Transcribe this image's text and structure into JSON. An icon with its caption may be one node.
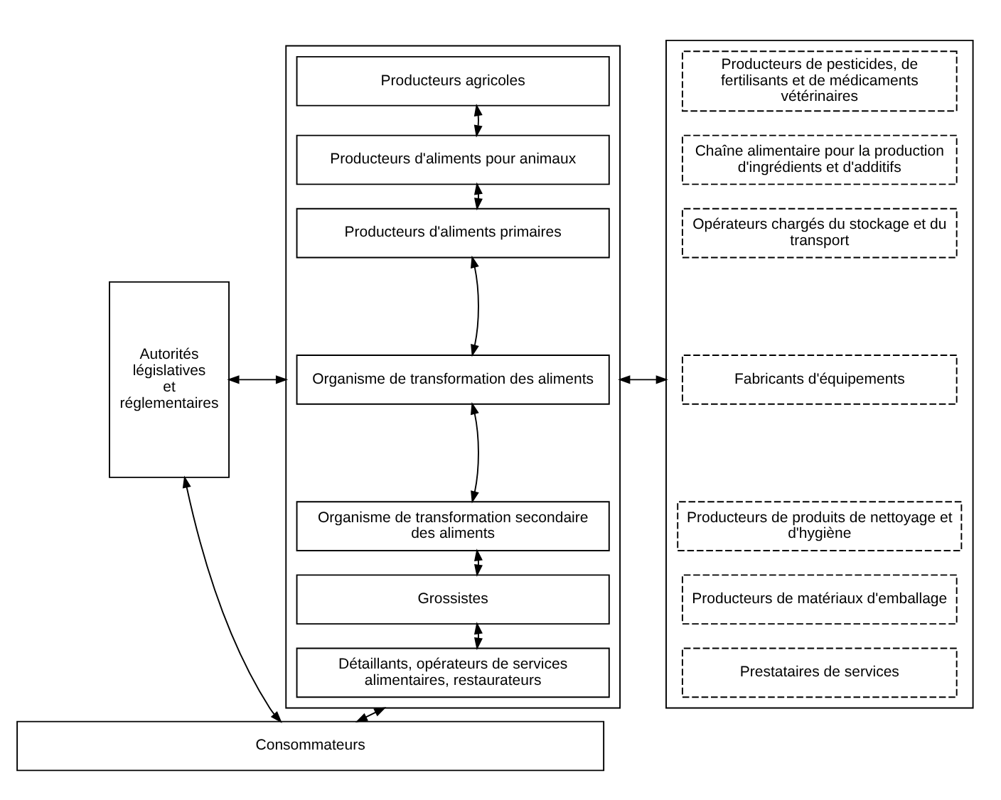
{
  "diagram": {
    "nodes": [
      {
        "text": [
          "Autorités législatives et réglementaires"
        ]
      },
      {
        "text": [],
        "shape": "box"
      },
      {
        "text": [
          "Producteurs agricoles"
        ],
        "in": 1
      },
      {
        "text": [
          "Producteurs d'aliments pour animaux"
        ],
        "in": 1
      },
      {
        "text": [
          "Producteurs d'aliments primaires"
        ],
        "in": 1
      },
      {
        "text": [
          "Organisme de transformation des aliments"
        ],
        "in": 1
      },
      {
        "text": [
          "Organisme de transformation secondaire des aliments"
        ],
        "in": 1
      },
      {
        "text": [
          "Grossistes"
        ],
        "in": 1
      },
      {
        "text": [
          "Détaillants, opérateurs de services alimentaires, restaurateurs"
        ],
        "in": 1
      },
      {
        "text": [],
        "shape": "box"
      },
      {
        "text": [
          "Producteurs de pesticides, de fertilisants et de médicaments vétérinaires"
        ],
        "in": 9
      },
      {
        "text": [
          "Chaîne alimentaire pour la production d'ingrédients et d'additifs"
        ],
        "in": 9
      },
      {
        "text": [
          "Opérateurs chargés du stockage et du transport"
        ],
        "in": 9
      },
      {
        "text": [
          "Fabricants d'équipements"
        ],
        "in": 9
      },
      {
        "text": [
          "Producteurs de produits de nettoyage et d'hygiène"
        ],
        "in": 9
      },
      {
        "text": [
          "Producteurs de matériaux d'emballage"
        ],
        "in": 9
      },
      {
        "text": [
          "Prestataires de services"
        ],
        "in": 9
      },
      {
        "text": [
          "Consommateurs"
        ]
      }
    ],
    "edges": [
      {
        "from": 2,
        "to": 3,
        "arrow": "both"
      },
      {
        "from": 3,
        "to": 4,
        "arrow": "both"
      },
      {
        "from": 4,
        "to": 5,
        "arrow": "both"
      },
      {
        "from": 5,
        "to": 6,
        "arrow": "both"
      },
      {
        "from": 6,
        "to": 7,
        "arrow": "both"
      },
      {
        "from": 7,
        "to": 8,
        "arrow": "both"
      },
      {
        "from": 0,
        "to": 1,
        "arrow": "both"
      },
      {
        "from": 1,
        "to": 9,
        "arrow": "both"
      },
      {
        "from": 0,
        "to": 17,
        "arrow": "both"
      },
      {
        "from": 1,
        "to": 17,
        "arrow": "both"
      }
    ]
  }
}
